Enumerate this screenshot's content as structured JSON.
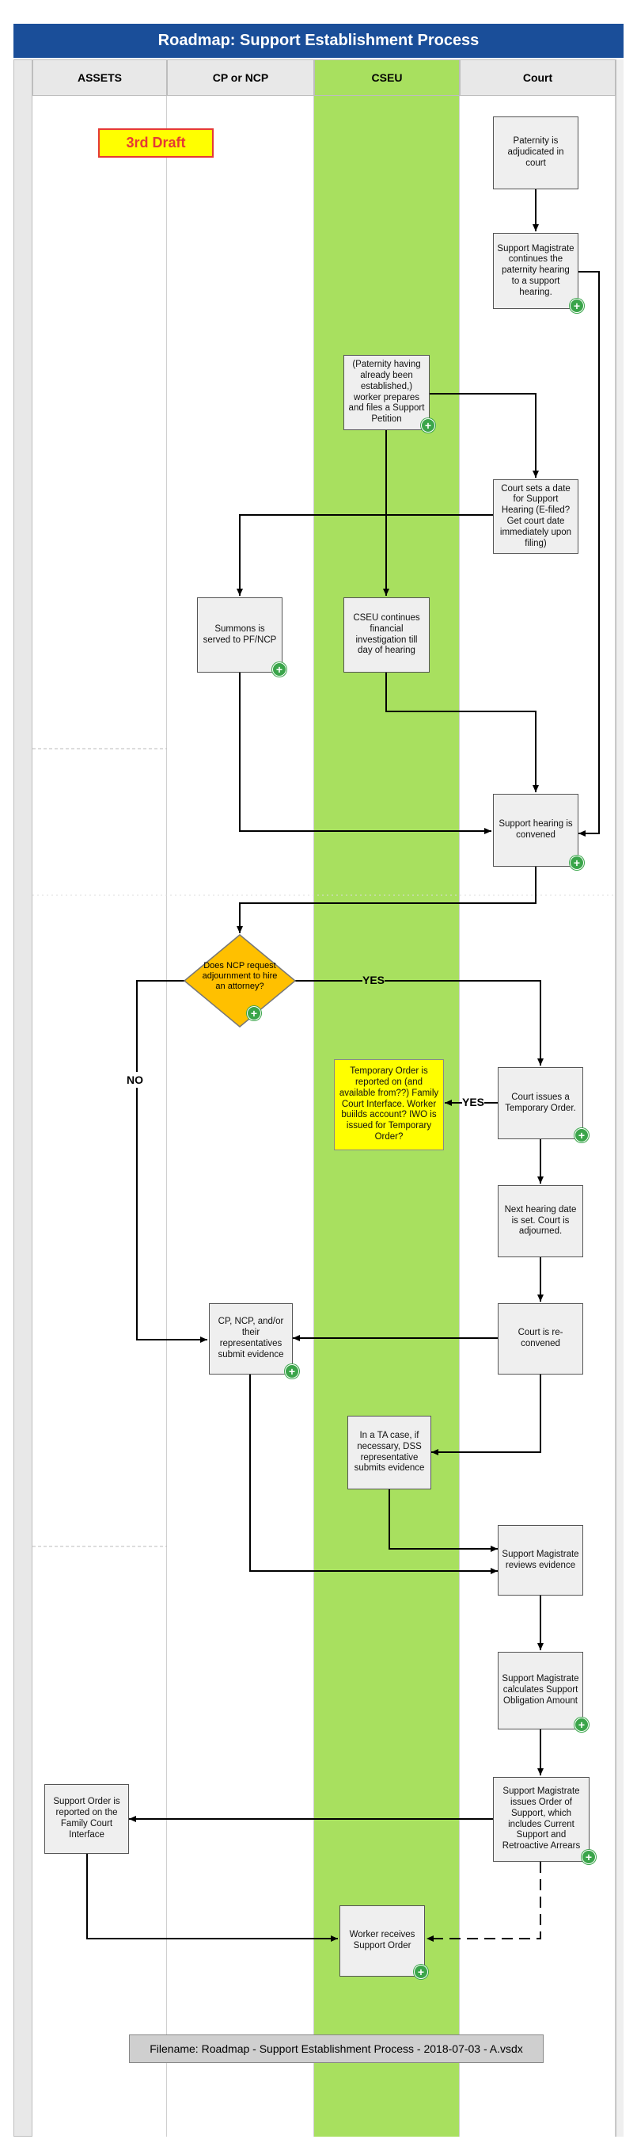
{
  "title": "Roadmap:  Support Establishment Process",
  "lanes": {
    "assets": "ASSETS",
    "cp_ncp": "CP or NCP",
    "cseu": "CSEU",
    "court": "Court"
  },
  "draft_label": "3rd Draft",
  "nodes": {
    "paternity_adjudicated": "Paternity is adjudicated in court",
    "magistrate_continues": "Support Magistrate continues the paternity hearing to a support hearing.",
    "worker_prepares_petition": "(Paternity having already been established,) worker prepares and files a Support Petition",
    "court_sets_date": "Court sets a date for Support Hearing (E-filed? Get court date immediately upon filing)",
    "summons_served": "Summons is served to PF/NCP",
    "cseu_investigation": "CSEU continues financial investigation till day of hearing",
    "hearing_convened": "Support hearing is convened",
    "decision_adjournment": "Does NCP request adjournment to hire an attorney?",
    "temporary_order_reported": "Temporary Order is reported on (and available from??) Family Court Interface.  Worker buiilds account? IWO is issued for Temporary Order?",
    "court_temporary_order": "Court issues a Temporary Order.",
    "next_hearing_date": "Next hearing date is set. Court is adjourned.",
    "submit_evidence": "CP, NCP, and/or their representatives submit evidence",
    "court_reconvened": "Court is re-convened",
    "ta_case_evidence": "In a TA case, if necessary, DSS representative submits evidence",
    "magistrate_reviews": "Support Magistrate reviews evidence",
    "magistrate_calculates": "Support Magistrate calculates Support Obligation Amount",
    "magistrate_issues_order": "Support Magistrate issues Order of Support, which includes Current Support and Retroactive  Arrears",
    "order_reported_fci": "Support Order is reported on the Family Court Interface",
    "worker_receives_order": "Worker receives Support Order"
  },
  "edge_labels": {
    "yes_top": "YES",
    "no_left": "NO",
    "yes_temp": "YES"
  },
  "footer": "Filename:  Roadmap - Support Establishment Process - 2018-07-03 - A.vsdx",
  "colors": {
    "title_bar": "#1a4e99",
    "cseu_lane": "#a8e05f",
    "decision": "#ffc000",
    "highlight": "#ffff00",
    "draft_border": "#e53935",
    "plus_badge": "#3aa54a"
  }
}
